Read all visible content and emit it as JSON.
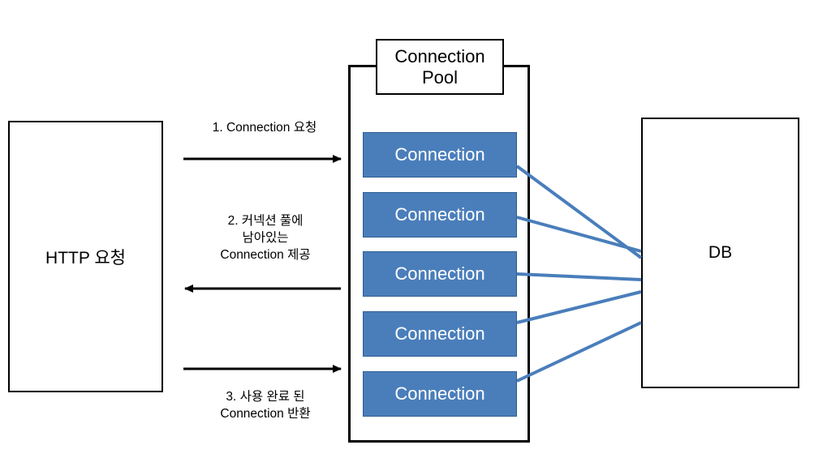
{
  "diagram": {
    "type": "connection-pool-flow",
    "left_node": {
      "label": "HTTP 요청"
    },
    "right_node": {
      "label": "DB"
    },
    "pool": {
      "title_line1": "Connection",
      "title_line2": "Pool",
      "connections": [
        {
          "label": "Connection"
        },
        {
          "label": "Connection"
        },
        {
          "label": "Connection"
        },
        {
          "label": "Connection"
        },
        {
          "label": "Connection"
        }
      ]
    },
    "arrows": [
      {
        "name": "request",
        "direction": "right",
        "label": "1. Connection 요청"
      },
      {
        "name": "provide",
        "direction": "left",
        "label": "2. 커넥션 풀에\n남아있는\nConnection 제공"
      },
      {
        "name": "return",
        "direction": "right",
        "label": "3. 사용 완료 된\nConnection 반환"
      }
    ],
    "colors": {
      "connection_fill": "#4a7ebb",
      "connection_border": "#2f5d92",
      "link_line": "#4a7ebb",
      "outline": "#000000",
      "background": "#ffffff"
    }
  }
}
